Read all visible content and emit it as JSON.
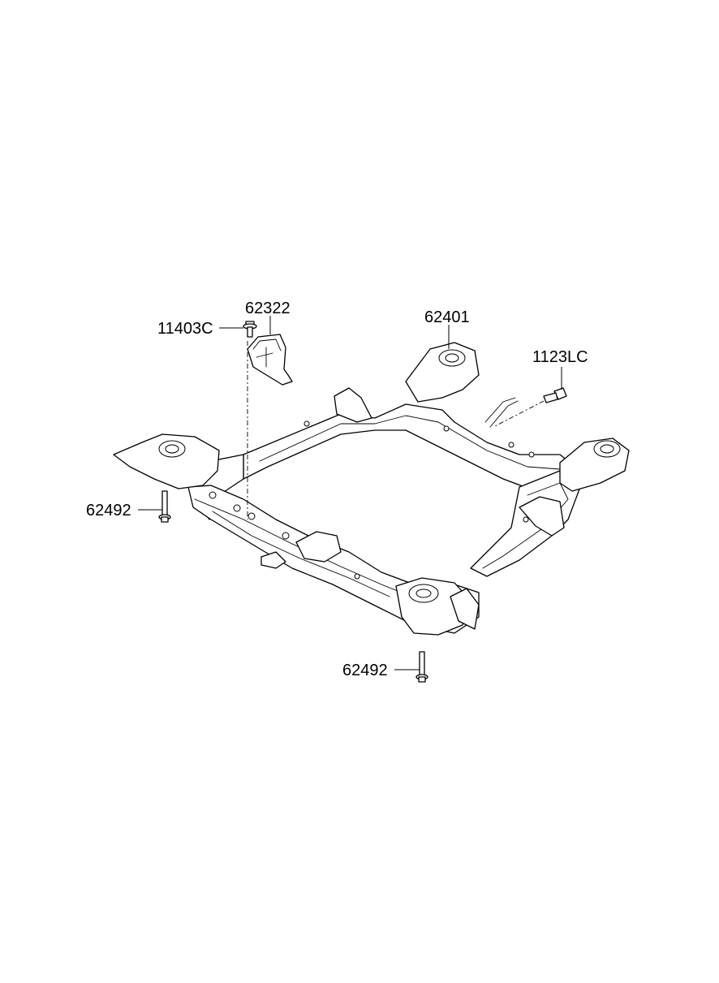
{
  "diagram": {
    "parts": [
      {
        "id": "p11403c",
        "number": "11403C",
        "icon": "flange-bolt-icon"
      },
      {
        "id": "p62322",
        "number": "62322",
        "icon": "bracket-icon"
      },
      {
        "id": "p62401",
        "number": "62401",
        "icon": "subframe-icon"
      },
      {
        "id": "p1123lc",
        "number": "1123LC",
        "icon": "flange-bolt-icon"
      },
      {
        "id": "p62492a",
        "number": "62492",
        "icon": "mounting-bolt-icon"
      },
      {
        "id": "p62492b",
        "number": "62492",
        "icon": "mounting-bolt-icon"
      }
    ]
  }
}
